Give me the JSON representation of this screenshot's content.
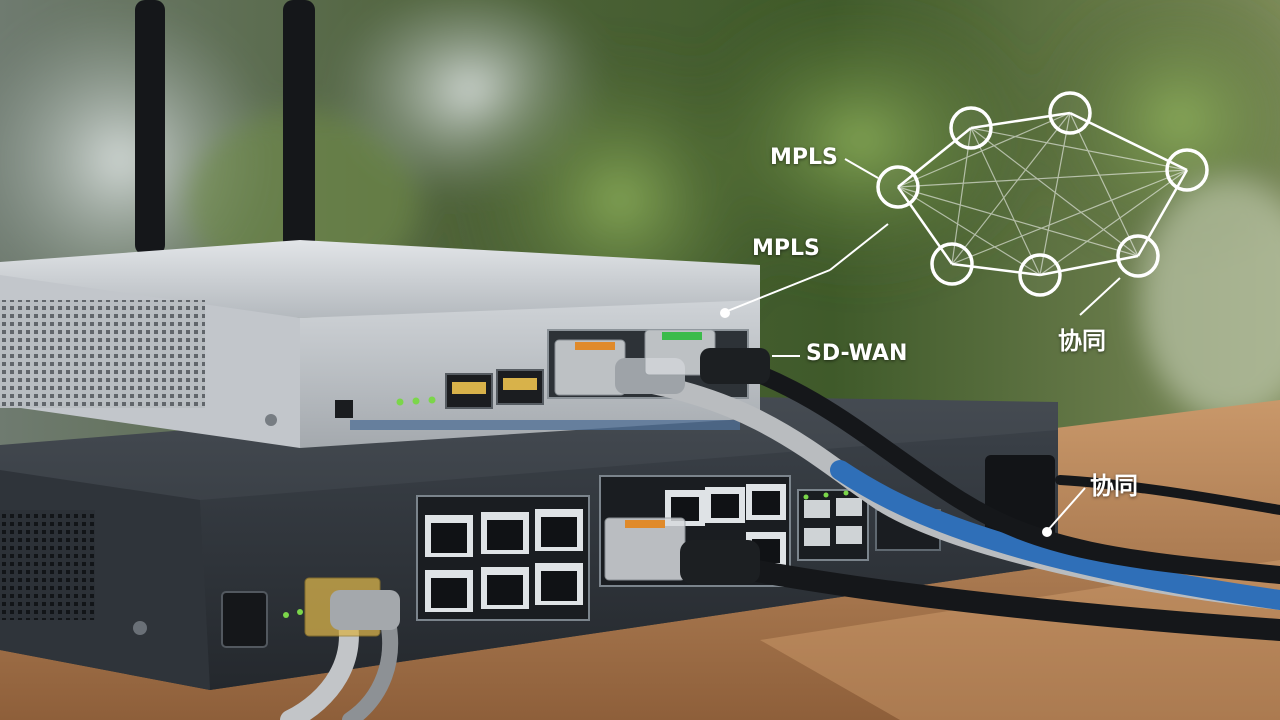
{
  "annotations": {
    "mpls_top": "MPLS",
    "mpls_mid": "MPLS",
    "sdwan": "SD-WAN",
    "collab_right": "协同",
    "collab_bottom": "协同"
  },
  "colors": {
    "overlay_line": "#ffffff",
    "cable_blue": "#2f6fb8",
    "cable_gray": "#b9bcbf",
    "cable_black": "#15171a",
    "router_silver": "#c9cdd2",
    "switch_dark": "#2b3036",
    "desk_wood": "#b7855a",
    "foliage": "#5f7f3c"
  }
}
